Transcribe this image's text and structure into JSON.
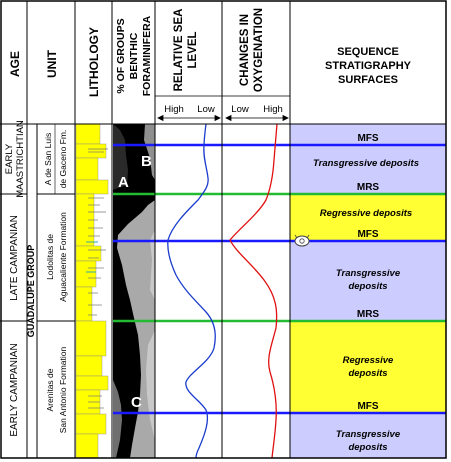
{
  "headers": {
    "age": "AGE",
    "unit": "UNIT",
    "lithology": "LITHOLOGY",
    "foram_line1": "% OF GROUPS",
    "foram_line2": "BENTHIC",
    "foram_line3": "FORAMINIFERA",
    "sea_line1": "RELATIVE SEA",
    "sea_line2": "LEVEL",
    "oxy_line1": "CHANGES IN",
    "oxy_line2": "OXYGENATION",
    "seq_line1": "SEQUENCE",
    "seq_line2": "STRATIGRAPHY",
    "seq_line3": "SURFACES"
  },
  "scales": {
    "sea_high": "High",
    "sea_low": "Low",
    "oxy_low": "Low",
    "oxy_high": "High"
  },
  "ages": {
    "early_maastrichtian_1": "EARLY",
    "early_maastrichtian_2": "MAASTRICHTIAN",
    "late_campanian": "LATE CAMPANIAN",
    "early_campanian": "EARLY CAMPANIAN"
  },
  "units": {
    "group": "GUADALUPE GROUP",
    "a_luis_1": "A de San Luis",
    "a_luis_2": "de Gaceno Fm.",
    "lodolitas_1": "Lodolitas de",
    "lodolitas_2": "Aguacaliente Formation",
    "arenitas_1": "Arenitas de",
    "arenitas_2": "San Antonio Formation"
  },
  "foram_labels": {
    "a": "A",
    "b": "B",
    "c": "C"
  },
  "surfaces": {
    "mfs_top": "MFS",
    "mrs_upper": "MRS",
    "mfs_middle": "MFS",
    "mrs_lower": "MRS",
    "mfs_bottom": "MFS"
  },
  "deposits": {
    "transgressive_top": "Transgressive deposits",
    "regressive_upper": "Regressive deposits",
    "transgressive_mid_1": "Transgressive",
    "transgressive_mid_2": "deposits",
    "regressive_lower_1": "Regressive",
    "regressive_lower_2": "deposits",
    "transgressive_bottom_1": "Transgressive",
    "transgressive_bottom_2": "deposits"
  },
  "colors": {
    "regressive_fill": "#ffff33",
    "transgressive_fill": "#ccccff",
    "mfs_line": "#1a1aff",
    "mrs_line": "#22bb33",
    "sea_level_curve": "#1a3ccc",
    "oxygenation_curve": "#e01010",
    "lithology_sand": "#ffff00"
  }
}
